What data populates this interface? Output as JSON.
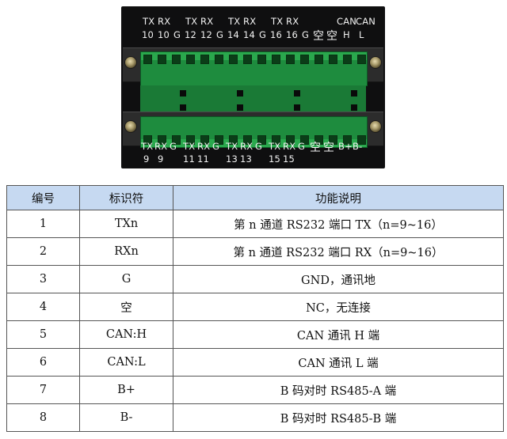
{
  "photo": {
    "top_labels": [
      "TX",
      "RX",
      "TX",
      "RX",
      "TX",
      "RX",
      "TX",
      "RX",
      "CAN",
      "CAN"
    ],
    "top_labels_line2": [
      "10",
      "10",
      "G",
      "12",
      "12",
      "G",
      "14",
      "14",
      "G",
      "16",
      "16",
      "G",
      "空",
      "空",
      "H",
      "L"
    ],
    "bottom_labels": [
      "TX",
      "RX",
      "G",
      "TX",
      "RX",
      "G",
      "TX",
      "RX",
      "G",
      "TX",
      "RX",
      "G",
      "空",
      "空",
      "B+",
      "B-"
    ],
    "bottom_labels_line2": [
      "9",
      "9",
      "11",
      "11",
      "13",
      "13",
      "15",
      "15"
    ]
  },
  "table": {
    "headers": [
      "编号",
      "标识符",
      "功能说明"
    ],
    "rows": [
      {
        "num": "1",
        "id": "TXn",
        "desc": "第 n 通道 RS232 端口 TX（n=9~16）"
      },
      {
        "num": "2",
        "id": "RXn",
        "desc": "第 n 通道 RS232 端口 RX（n=9~16）"
      },
      {
        "num": "3",
        "id": "G",
        "desc": "GND，通讯地"
      },
      {
        "num": "4",
        "id": "空",
        "desc": "NC，无连接"
      },
      {
        "num": "5",
        "id": "CAN:H",
        "desc": "CAN 通讯 H 端"
      },
      {
        "num": "6",
        "id": "CAN:L",
        "desc": "CAN 通讯 L 端"
      },
      {
        "num": "7",
        "id": "B+",
        "desc": "B 码对时 RS485-A 端"
      },
      {
        "num": "8",
        "id": "B-",
        "desc": "B 码对时 RS485-B 端"
      }
    ]
  }
}
